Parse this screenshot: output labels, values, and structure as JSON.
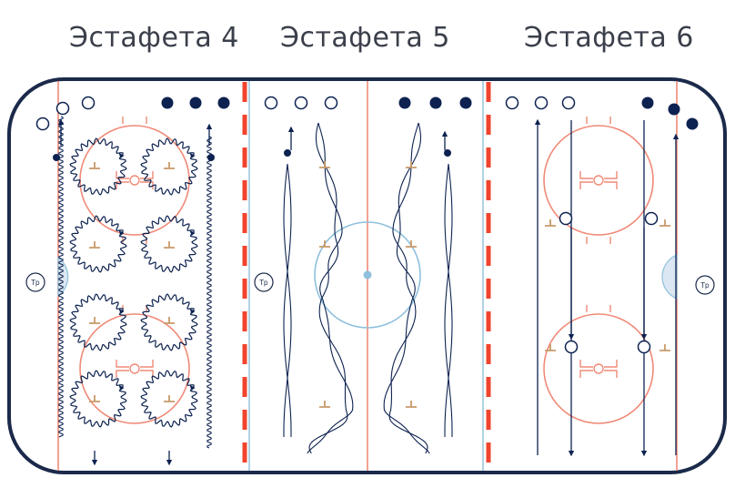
{
  "titles": [
    "Эстафета 4",
    "Эстафета 5",
    "Эстафета 6"
  ],
  "coach_label": "Тр",
  "colors": {
    "board": "#1b2a4a",
    "red_line": "#f0442e",
    "red_thin": "#f08a78",
    "blue_line": "#8fc0dc",
    "circle": "#f08a78",
    "crease_fill": "#dbe7f2",
    "player_dark": "#0d2250",
    "cone": "#c89a6a"
  },
  "icons": [
    "coach-icon",
    "cone-icon",
    "player-dark-icon",
    "player-light-icon",
    "puck-icon",
    "arrow-icon"
  ]
}
